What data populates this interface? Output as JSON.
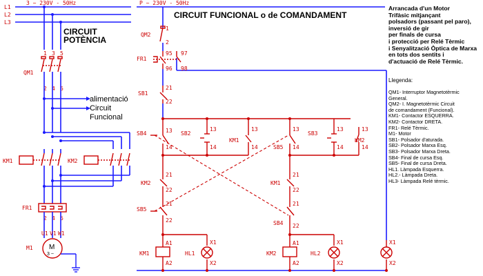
{
  "power": {
    "title_line1": "CIRCUIT",
    "title_line2": "POTÈNCIA",
    "supply_label": "3 ~ 230V - 50Hz",
    "phases": [
      "L1",
      "L2",
      "L3"
    ],
    "alimentacio": [
      "alimentació",
      "Circuit",
      "Funcional"
    ],
    "devices": {
      "qm1": "QM1",
      "km1": "KM1",
      "km2": "KM2",
      "fr1": "FR1",
      "m1": "M1",
      "motor_symbol": "M",
      "motor_phase": "3 ~"
    },
    "terminals": {
      "top": [
        "1",
        "3",
        "5"
      ],
      "bottom": [
        "2",
        "4",
        "6"
      ],
      "motor": [
        "U1",
        "V1",
        "W1"
      ]
    }
  },
  "control": {
    "title": "CIRCUIT FUNCIONAL o de COMANDAMENT",
    "supply_label": "P ~ 230V - 50Hz",
    "devices": {
      "qm2": "QM2",
      "fr1": "FR1",
      "sb1": "SB1",
      "sb4": "SB4",
      "sb2": "SB2",
      "km1": "KM1",
      "sb5": "SB5",
      "sb3": "SB3",
      "km2": "KM2",
      "hl1": "HL1",
      "hl2": "HL2"
    },
    "terminal_labels": {
      "n1": "1",
      "n2": "2",
      "n95": "95",
      "n96": "96",
      "n97": "97",
      "n98": "98",
      "n13": "13",
      "n14": "14",
      "n21": "21",
      "n22": "22",
      "a1": "A1",
      "a2": "A2",
      "x1": "X1",
      "x2": "X2"
    }
  },
  "description": {
    "title_lines": [
      "Arrancada d'un Motor",
      "Trifàsic mitjançant",
      "polsadors (passant pel paro),",
      "inversió de gir",
      "per finals de cursa",
      "i protecció per Relé Tèrmic",
      "i Senyalització Òptica de Marxa",
      "en tots dos sentits i",
      "d'actuació de Relé Tèrmic."
    ],
    "legend_head": "Llegenda:",
    "legend_items": [
      "QM1- Interruptor Magnetotèrmic",
      "General.",
      "QM2- I. Magnetotèrmic Circuit",
      "de comandament (Funcional).",
      "KM1- Contactor ESQUERRA.",
      "KM2- Contactor DRETA.",
      "FR1- Relé Tèrmic.",
      "M1- Motor",
      "SB1- Polsador d'aturada.",
      "SB2- Polsador Marxa Esq.",
      "SB3- Polsador Marxa Dreta.",
      "SB4- Final de cursa Esq.",
      "SB5- Final de cursa Dreta.",
      "HL1. Làmpada Esquerra.",
      "HL2.- Làmpada Dreta.",
      "HL3- Làmpada Relé tèrmic."
    ]
  },
  "colors": {
    "wire": "#1a1aff",
    "device": "#cc0000",
    "text": "#000000"
  }
}
